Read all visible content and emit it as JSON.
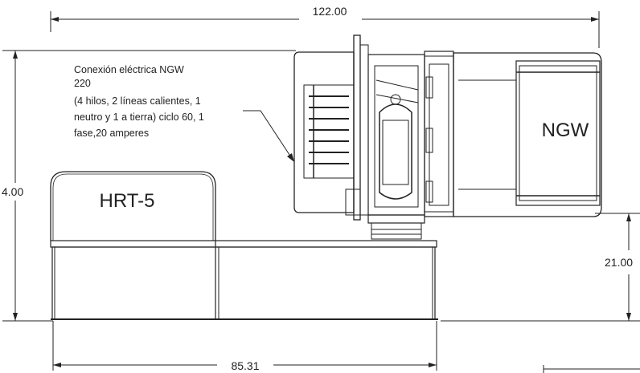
{
  "dimensions": {
    "overall_width": "122.00",
    "height_left": "4.00",
    "height_right": "21.00",
    "base_width": "85.31"
  },
  "labels": {
    "hrt": "HRT-5",
    "ngw": "NGW"
  },
  "note": {
    "lines": [
      "Conexión eléctrica NGW",
      "220",
      "(4 hilos, 2 líneas calientes, 1",
      "neutro y 1 a tierra) ciclo 60, 1",
      "fase,20 amperes"
    ]
  }
}
